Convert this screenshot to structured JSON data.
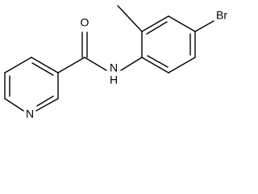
{
  "molecule": {
    "atoms": {
      "oxygen": "O",
      "nitrogen_amide": "N",
      "hydrogen_amide": "H",
      "nitrogen_pyridine": "N",
      "bromine": "Br"
    }
  },
  "colors": {
    "bond": "#000000",
    "background": "#ffffff"
  }
}
